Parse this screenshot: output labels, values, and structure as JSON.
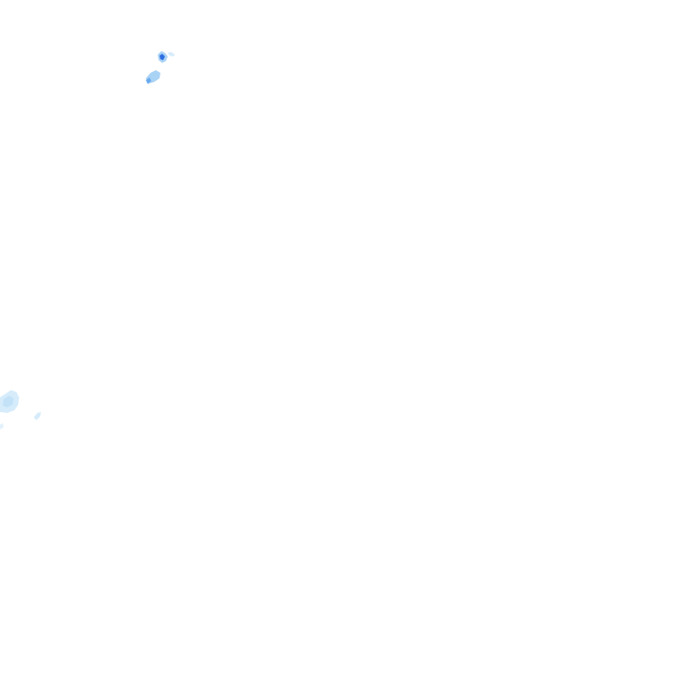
{
  "map": {
    "background_color": "#ffffff",
    "legend_colors": {
      "light": "#d6ecfb",
      "medium": "#a9d3f5",
      "dark": "#2f6fe0"
    },
    "features": [
      {
        "name": "cluster-northwest",
        "intensity": "dark"
      },
      {
        "name": "cluster-northwest-tail",
        "intensity": "medium"
      },
      {
        "name": "cluster-west-main",
        "intensity": "light"
      },
      {
        "name": "cluster-west-small",
        "intensity": "light"
      },
      {
        "name": "cluster-west-fragment",
        "intensity": "light"
      }
    ]
  }
}
